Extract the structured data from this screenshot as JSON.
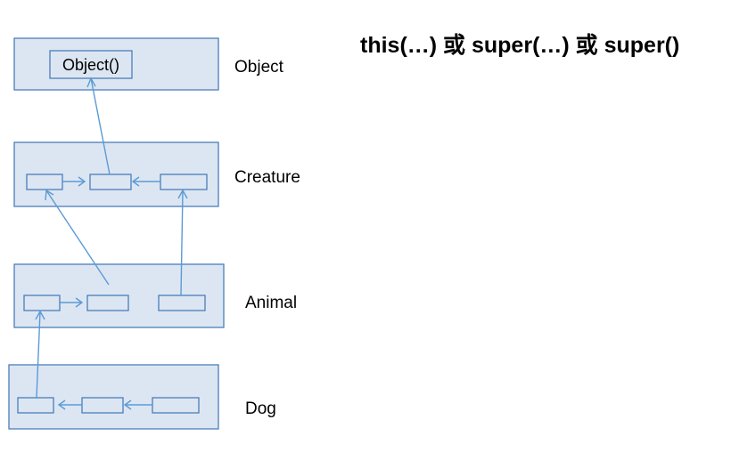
{
  "title": "this(…) 或 super(…) 或 super()",
  "classes": {
    "object": "Object",
    "creature": "Creature",
    "animal": "Animal",
    "dog": "Dog"
  },
  "object_constructor": "Object()",
  "colors": {
    "box_fill": "#dce6f2",
    "box_border": "#4a7ebb",
    "arrow": "#5b9bd5"
  }
}
